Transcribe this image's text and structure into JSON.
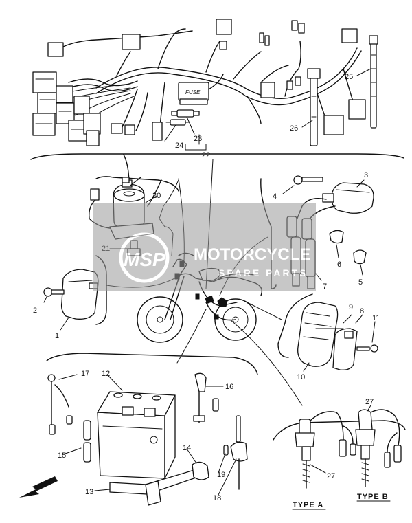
{
  "diagram": {
    "part_numbers": [
      "1",
      "2",
      "3",
      "4",
      "5",
      "6",
      "7",
      "8",
      "9",
      "10",
      "11",
      "12",
      "13",
      "14",
      "15",
      "16",
      "17",
      "18",
      "19",
      "20",
      "21",
      "22",
      "23",
      "24",
      "25",
      "26",
      "27",
      "27"
    ],
    "fuse_box_text": "FUSE",
    "type_labels": {
      "type_a": "TYPE A",
      "type_b": "TYPE B"
    },
    "watermark": {
      "line1": "MOTORCYCLE",
      "line2": "SPARE PARTS",
      "logo_text": "MSP",
      "color": "#9a9a9a"
    },
    "arrow_direction": "front-down-left"
  }
}
